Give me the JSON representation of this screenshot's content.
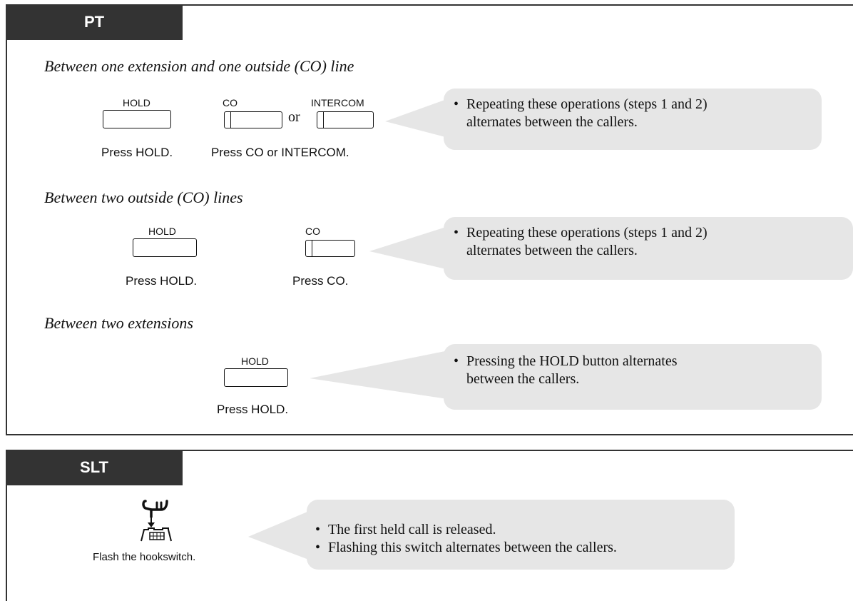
{
  "pt": {
    "tab_label": "PT",
    "sections": [
      {
        "heading": "Between one extension and one outside (CO) line",
        "hold_key_label": "HOLD",
        "hold_caption": "Press HOLD.",
        "co_key_label": "CO",
        "or_text": "or",
        "intercom_key_label": "INTERCOM",
        "co_caption": "Press CO or INTERCOM.",
        "note_lines": [
          "Repeating these operations (steps 1 and 2)",
          "alternates between the callers."
        ]
      },
      {
        "heading": "Between two outside (CO) lines",
        "hold_key_label": "HOLD",
        "hold_caption": "Press HOLD.",
        "co_key_label": "CO",
        "co_caption": "Press CO.",
        "note_lines": [
          "Repeating these operations (steps 1 and 2)",
          "alternates between the callers."
        ]
      },
      {
        "heading": "Between two extensions",
        "hold_key_label": "HOLD",
        "hold_caption": "Press HOLD.",
        "note_lines": [
          "Pressing the HOLD button alternates",
          "between the callers."
        ]
      }
    ]
  },
  "slt": {
    "tab_label": "SLT",
    "caption": "Flash the hookswitch.",
    "notes": [
      "The first held call is released.",
      "Flashing this switch alternates between the callers."
    ],
    "icon": "hookswitch-flash-icon"
  },
  "colors": {
    "tab_bg": "#333333",
    "callout_bg": "#e6e6e6",
    "frame": "#333333"
  }
}
